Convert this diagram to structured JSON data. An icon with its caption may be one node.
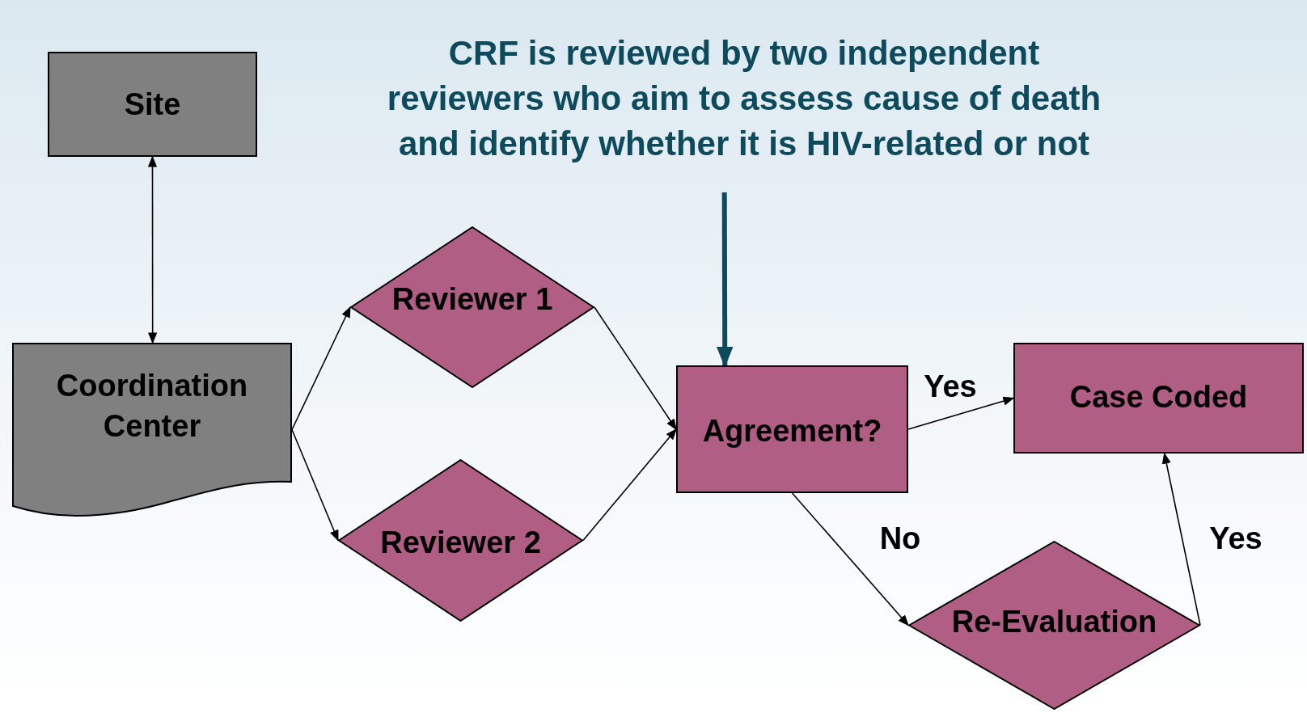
{
  "diagram": {
    "nodes": [
      {
        "text": [
          "Site"
        ]
      },
      {
        "text": [
          "Coordination Center"
        ]
      },
      {
        "text": [
          "Reviewer 1"
        ]
      },
      {
        "text": [
          "Reviewer 2"
        ]
      },
      {
        "text": [
          "Agreement?"
        ]
      },
      {
        "text": [
          "Case Coded"
        ]
      },
      {
        "text": [
          "Re-Evaluation"
        ]
      },
      {
        "text": [
          "CRF is reviewed by two independent reviewers who aim to assess cause of death and identify whether it is HIV-related or not"
        ]
      }
    ],
    "edges": [
      {
        "from": 0,
        "to": 1,
        "arrow": "both"
      },
      {
        "from": 1,
        "to": 2,
        "arrow": "to"
      },
      {
        "from": 1,
        "to": 3,
        "arrow": "to"
      },
      {
        "from": 2,
        "to": 4,
        "arrow": "to"
      },
      {
        "from": 3,
        "to": 4,
        "arrow": "to"
      },
      {
        "from": 4,
        "to": 5,
        "arrow": "to",
        "label": "Yes"
      },
      {
        "from": 4,
        "to": 6,
        "arrow": "to",
        "label": "No"
      },
      {
        "from": 6,
        "to": 5,
        "arrow": "to",
        "label": "Yes"
      },
      {
        "from": 7,
        "to": 4,
        "arrow": "to",
        "style": "thick",
        "color": "#0d4a5c"
      }
    ]
  }
}
